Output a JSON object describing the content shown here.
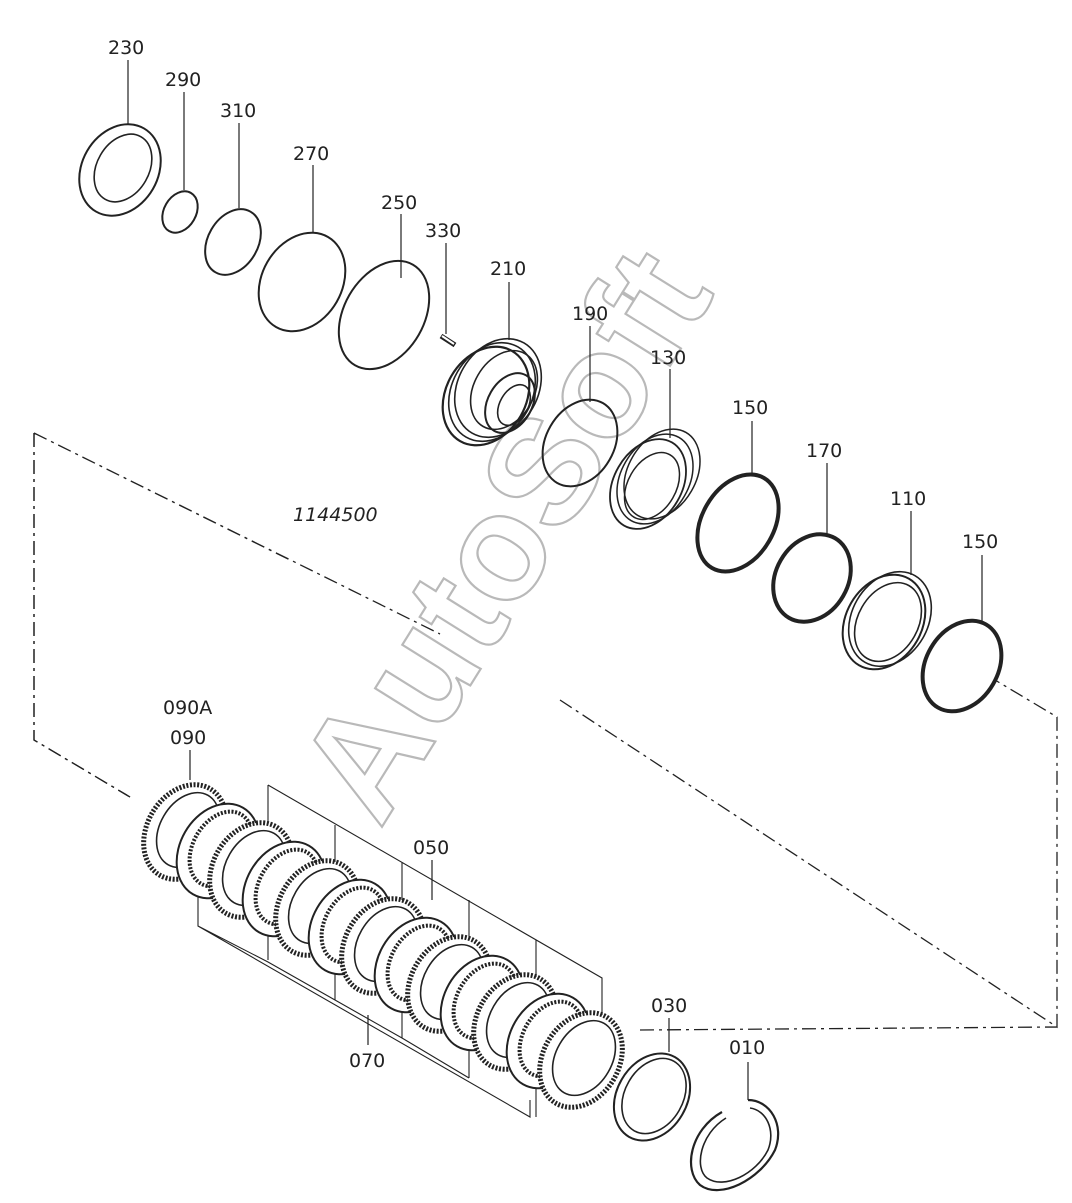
{
  "diagram": {
    "reference_number": "1144500",
    "watermark": "AutoSoft",
    "labels": {
      "p230": "230",
      "p290": "290",
      "p310": "310",
      "p270": "270",
      "p250": "250",
      "p330": "330",
      "p210": "210",
      "p190": "190",
      "p130": "130",
      "p150a": "150",
      "p170": "170",
      "p110": "110",
      "p150b": "150",
      "p090a": "090A",
      "p090": "090",
      "p050": "050",
      "p070": "070",
      "p030": "030",
      "p010": "010"
    }
  }
}
